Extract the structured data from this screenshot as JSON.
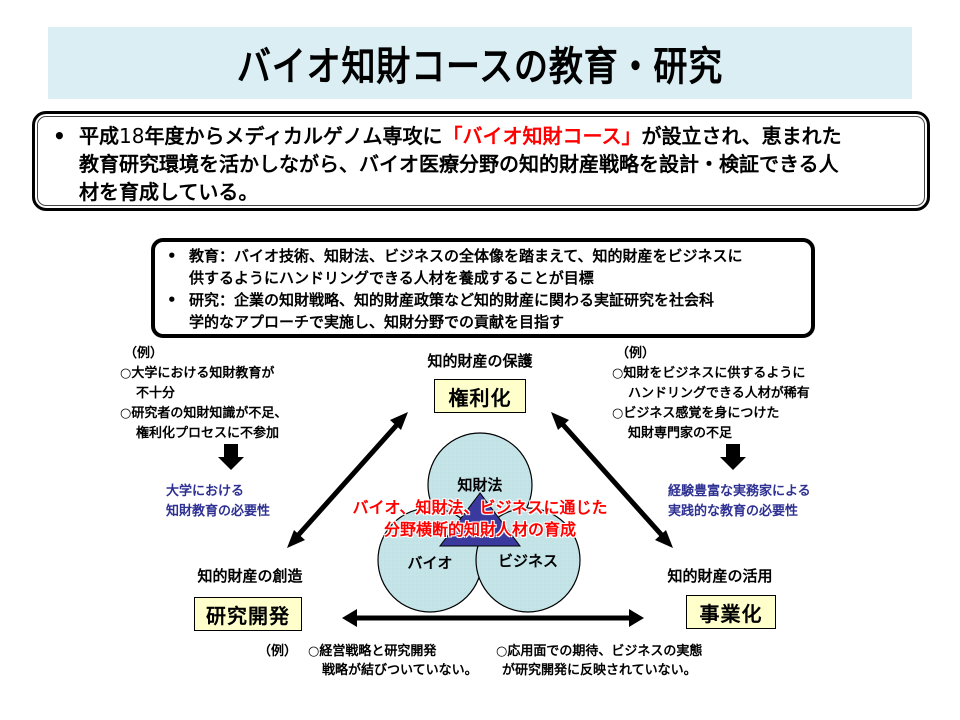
{
  "title": "バイオ知財コースの教育・研究",
  "summary": {
    "bullet": "•",
    "line1_pre": "平成",
    "line1_num": "18",
    "line1_mid": "年度からメディカルゲノム専攻に",
    "line1_red": "「バイオ知財コース」",
    "line1_post": "が設立され、恵まれた",
    "line2": "教育研究環境を活かしながら、バイオ医療分野の知的財産戦略を設計・検証できる人",
    "line3": "材を育成している。"
  },
  "goals": {
    "items": [
      {
        "bullet": "•",
        "line1": "教育：バイオ技術、知財法、ビジネスの全体像を踏まえて、知的財産をビジネスに",
        "line2": "供するようにハンドリングできる人材を養成することが目標"
      },
      {
        "bullet": "•",
        "line1": "研究：企業の知財戦略、知的財産政策など知的財産に関わる実証研究を社会科",
        "line2": "学的なアプローチで実施し、知財分野での貢献を目指す"
      }
    ]
  },
  "left_example": {
    "heading": "（例）",
    "items": [
      {
        "line1": "○大学における知財教育が",
        "line2": "不十分"
      },
      {
        "line1": "○研究者の知財知識が不足、",
        "line2": "権利化プロセスに不参加"
      }
    ],
    "note_line1": "大学における",
    "note_line2": "知財教育の必要性"
  },
  "right_example": {
    "heading": "（例）",
    "items": [
      {
        "line1": "○知財をビジネスに供するように",
        "line2": "ハンドリングできる人材が稀有"
      },
      {
        "line1": "○ビジネス感覚を身につけた",
        "line2": "知財専門家の不足"
      }
    ],
    "note_line1": "経験豊富な実務家による",
    "note_line2": "実践的な教育の必要性"
  },
  "nodes": {
    "top": {
      "label": "知的財産の保護",
      "box": "権利化"
    },
    "left": {
      "label": "知的財産の創造",
      "box": "研究開発"
    },
    "right": {
      "label": "知的財産の活用",
      "box": "事業化"
    }
  },
  "venn": {
    "top": "知財法",
    "left": "バイオ",
    "right": "ビジネス",
    "center_line1": "バイオ、知財法、ビジネスに通じた",
    "center_line2": "分野横断的知財人材の育成",
    "circle_color": "#c4e4e8",
    "triangle_color": "#3a3a9e"
  },
  "bottom_example": {
    "heading": "（例）",
    "left_line1": "○経営戦略と研究開発",
    "left_line2": "戦略が結びついていない。",
    "right_line1": "○応用面での期待、ビジネスの実態",
    "right_line2": "が研究開発に反映されていない。"
  },
  "colors": {
    "title_bg": "#daeef3",
    "accent_red": "#ff0000",
    "note_blue": "#2e3192",
    "box_fill": "#ffffcc"
  }
}
